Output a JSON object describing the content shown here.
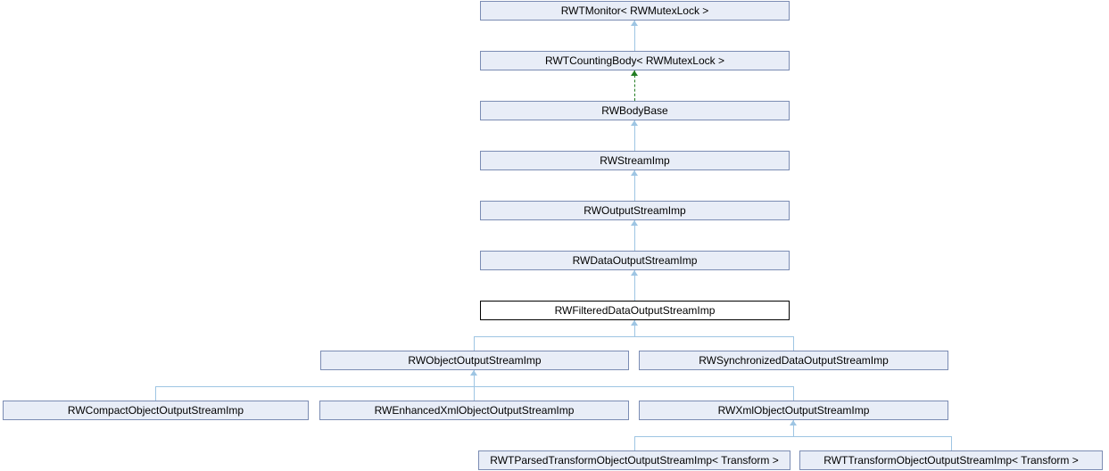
{
  "diagram": {
    "type": "class-inheritance-graph",
    "current_class": "RWFilteredDataOutputStreamImp",
    "nodes": [
      {
        "label": "RWTMonitor< RWMutexLock >"
      },
      {
        "label": "RWTCountingBody< RWMutexLock >"
      },
      {
        "label": "RWBodyBase"
      },
      {
        "label": "RWStreamImp"
      },
      {
        "label": "RWOutputStreamImp"
      },
      {
        "label": "RWDataOutputStreamImp"
      },
      {
        "label": "RWFilteredDataOutputStreamImp",
        "highlighted": true
      },
      {
        "label": "RWObjectOutputStreamImp"
      },
      {
        "label": "RWSynchronizedDataOutputStreamImp"
      },
      {
        "label": "RWCompactObjectOutputStreamImp"
      },
      {
        "label": "RWEnhancedXmlObjectOutputStreamImp"
      },
      {
        "label": "RWXmlObjectOutputStreamImp"
      },
      {
        "label": "RWTParsedTransformObjectOutputStreamImp< Transform >"
      },
      {
        "label": "RWTTransformObjectOutputStreamImp< Transform >"
      }
    ],
    "edges": [
      {
        "from": "RWTCountingBody< RWMutexLock >",
        "to": "RWTMonitor< RWMutexLock >",
        "style": "solid"
      },
      {
        "from": "RWBodyBase",
        "to": "RWTCountingBody< RWMutexLock >",
        "style": "dashed"
      },
      {
        "from": "RWStreamImp",
        "to": "RWBodyBase",
        "style": "solid"
      },
      {
        "from": "RWOutputStreamImp",
        "to": "RWStreamImp",
        "style": "solid"
      },
      {
        "from": "RWDataOutputStreamImp",
        "to": "RWOutputStreamImp",
        "style": "solid"
      },
      {
        "from": "RWFilteredDataOutputStreamImp",
        "to": "RWDataOutputStreamImp",
        "style": "solid"
      },
      {
        "from": "RWObjectOutputStreamImp",
        "to": "RWFilteredDataOutputStreamImp",
        "style": "solid"
      },
      {
        "from": "RWSynchronizedDataOutputStreamImp",
        "to": "RWFilteredDataOutputStreamImp",
        "style": "solid"
      },
      {
        "from": "RWCompactObjectOutputStreamImp",
        "to": "RWObjectOutputStreamImp",
        "style": "solid"
      },
      {
        "from": "RWEnhancedXmlObjectOutputStreamImp",
        "to": "RWObjectOutputStreamImp",
        "style": "solid"
      },
      {
        "from": "RWXmlObjectOutputStreamImp",
        "to": "RWObjectOutputStreamImp",
        "style": "solid"
      },
      {
        "from": "RWTParsedTransformObjectOutputStreamImp< Transform >",
        "to": "RWXmlObjectOutputStreamImp",
        "style": "solid"
      },
      {
        "from": "RWTTransformObjectOutputStreamImp< Transform >",
        "to": "RWXmlObjectOutputStreamImp",
        "style": "solid"
      }
    ],
    "colors": {
      "background": "#ffffff",
      "node_fill": "#e8edf7",
      "node_border": "#7b8cb3",
      "current_node_fill": "#ffffff",
      "current_node_border": "#000000",
      "solid_edge": "#9ec5e3",
      "dashed_edge": "#237d23",
      "text": "#000000"
    }
  }
}
